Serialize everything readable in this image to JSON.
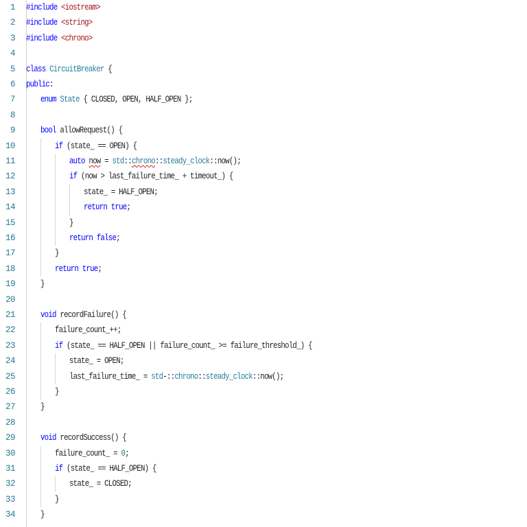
{
  "editor": {
    "language": "cpp",
    "lines": [
      {
        "n": "1",
        "indent": 0,
        "guides": 0,
        "text": "#include <iostream>"
      },
      {
        "n": "2",
        "indent": 0,
        "guides": 0,
        "text": "#include <string>"
      },
      {
        "n": "3",
        "indent": 0,
        "guides": 0,
        "text": "#include <chrono>"
      },
      {
        "n": "4",
        "indent": 0,
        "guides": 0,
        "text": ""
      },
      {
        "n": "5",
        "indent": 0,
        "guides": 0,
        "text": "class CircuitBreaker {"
      },
      {
        "n": "6",
        "indent": 0,
        "guides": 0,
        "text": "public:"
      },
      {
        "n": "7",
        "indent": 1,
        "guides": 1,
        "text": "enum State { CLOSED, OPEN, HALF_OPEN };"
      },
      {
        "n": "8",
        "indent": 0,
        "guides": 1,
        "text": ""
      },
      {
        "n": "9",
        "indent": 1,
        "guides": 1,
        "text": "bool allowRequest() {"
      },
      {
        "n": "10",
        "indent": 2,
        "guides": 2,
        "text": "if (state_ == OPEN) {"
      },
      {
        "n": "11",
        "indent": 3,
        "guides": 3,
        "text": "auto now = std::chrono::steady_clock::now();"
      },
      {
        "n": "12",
        "indent": 3,
        "guides": 3,
        "text": "if (now > last_failure_time_ + timeout_) {"
      },
      {
        "n": "13",
        "indent": 4,
        "guides": 4,
        "text": "state_ = HALF_OPEN;"
      },
      {
        "n": "14",
        "indent": 4,
        "guides": 4,
        "text": "return true;"
      },
      {
        "n": "15",
        "indent": 3,
        "guides": 3,
        "text": "}"
      },
      {
        "n": "16",
        "indent": 3,
        "guides": 3,
        "text": "return false;"
      },
      {
        "n": "17",
        "indent": 2,
        "guides": 2,
        "text": "}"
      },
      {
        "n": "18",
        "indent": 2,
        "guides": 2,
        "text": "return true;"
      },
      {
        "n": "19",
        "indent": 1,
        "guides": 1,
        "text": "}"
      },
      {
        "n": "20",
        "indent": 0,
        "guides": 1,
        "text": ""
      },
      {
        "n": "21",
        "indent": 1,
        "guides": 1,
        "text": "void recordFailure() {"
      },
      {
        "n": "22",
        "indent": 2,
        "guides": 2,
        "text": "failure_count_++;"
      },
      {
        "n": "23",
        "indent": 2,
        "guides": 2,
        "text": "if (state_ == HALF_OPEN || failure_count_ >= failure_threshold_) {"
      },
      {
        "n": "24",
        "indent": 3,
        "guides": 3,
        "text": "state_ = OPEN;"
      },
      {
        "n": "25",
        "indent": 3,
        "guides": 3,
        "text": "last_failure_time_ = std-::chrono::steady_clock::now();"
      },
      {
        "n": "26",
        "indent": 2,
        "guides": 2,
        "text": "}"
      },
      {
        "n": "27",
        "indent": 1,
        "guides": 1,
        "text": "}"
      },
      {
        "n": "28",
        "indent": 0,
        "guides": 1,
        "text": ""
      },
      {
        "n": "29",
        "indent": 1,
        "guides": 1,
        "text": "void recordSuccess() {"
      },
      {
        "n": "30",
        "indent": 2,
        "guides": 2,
        "text": "failure_count_ = 0;"
      },
      {
        "n": "31",
        "indent": 2,
        "guides": 2,
        "text": "if (state_ == HALF_OPEN) {"
      },
      {
        "n": "32",
        "indent": 3,
        "guides": 3,
        "text": "state_ = CLOSED;"
      },
      {
        "n": "33",
        "indent": 2,
        "guides": 2,
        "text": "}"
      },
      {
        "n": "34",
        "indent": 1,
        "guides": 1,
        "text": "}"
      }
    ]
  },
  "colors": {
    "line_number": "#237893",
    "keyword": "#0000ff",
    "type": "#267f99",
    "text": "#1f1f1f",
    "error_squiggle": "#e51400"
  }
}
